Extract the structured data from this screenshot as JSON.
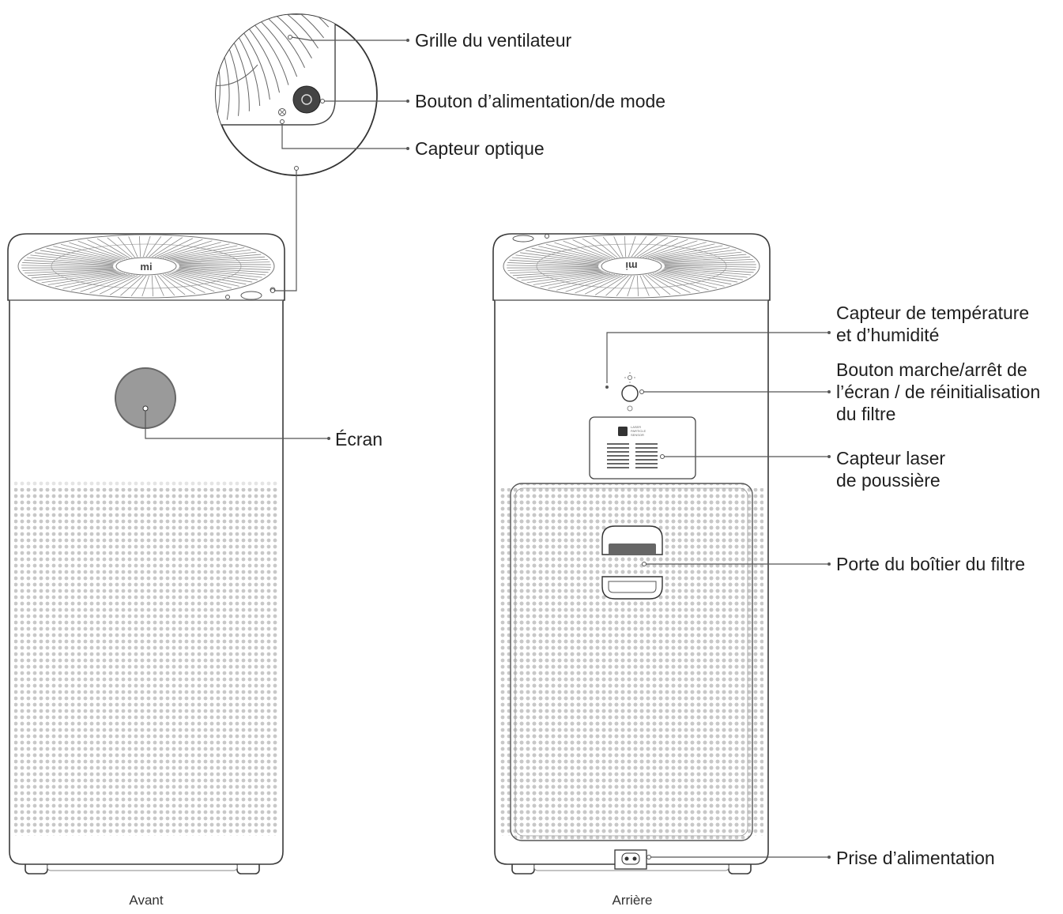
{
  "labels": {
    "grille": "Grille du ventilateur",
    "power_mode_button": "Bouton d’alimentation/de mode",
    "optical_sensor": "Capteur optique",
    "screen": "Écran",
    "temp_humidity_1": "Capteur de température",
    "temp_humidity_2": "et d’humidité",
    "display_reset_1": "Bouton marche/arrêt de",
    "display_reset_2": "l’écran / de réinitialisation",
    "display_reset_3": "du filtre",
    "laser_sensor_1": "Capteur laser",
    "laser_sensor_2": "de poussière",
    "filter_door": "Porte du boîtier du filtre",
    "power_socket": "Prise d’alimentation"
  },
  "captions": {
    "front": "Avant",
    "back": "Arrière"
  },
  "logo": {
    "front": "mi",
    "back": "mi"
  },
  "sensor_badge": {
    "line1": "LASER",
    "line2": "PARTICLE",
    "line3": "SENSOR"
  },
  "icons": {
    "power": "power-icon",
    "sun": "sun-icon"
  }
}
